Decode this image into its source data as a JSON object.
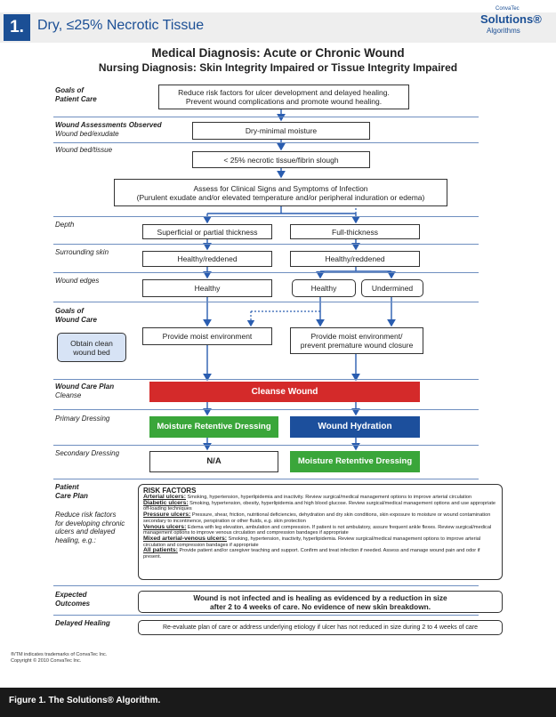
{
  "header": {
    "number": "1.",
    "title": "Dry, ≤25% Necrotic Tissue",
    "brand_small": "ConvaTec",
    "brand": "Solutions®",
    "brand_sub": "Algorithms"
  },
  "titles": {
    "medical": "Medical Diagnosis: Acute or Chronic Wound",
    "nursing": "Nursing Diagnosis: Skin Integrity Impaired or Tissue Integrity Impaired"
  },
  "labels": {
    "goals_patient": "Goals of\nPatient Care",
    "wound_assess": "Wound Assessments Observed",
    "bed_exudate": "Wound bed/exudate",
    "bed_tissue": "Wound bed/tissue",
    "depth": "Depth",
    "surrounding": "Surrounding skin",
    "edges": "Wound edges",
    "goals_wound": "Goals of\nWound Care",
    "care_plan": "Wound Care Plan",
    "cleanse": "Cleanse",
    "primary": "Primary Dressing",
    "secondary": "Secondary Dressing",
    "patient_plan": "Patient\nCare Plan",
    "reduce": "Reduce risk factors\nfor developing chronic\nulcers and delayed\nhealing, e.g.:",
    "expected": "Expected\nOutcomes",
    "delayed": "Delayed Healing"
  },
  "boxes": {
    "goal_text": "Reduce risk factors for ulcer development and delayed healing.\nPrevent wound complications and promote wound healing.",
    "dry": "Dry-minimal moisture",
    "necrotic": "< 25% necrotic tissue/fibrin slough",
    "assess": "Assess for Clinical Signs and Symptoms of Infection\n(Purulent exudate and/or elevated temperature and/or peripheral induration or edema)",
    "superficial": "Superficial or partial thickness",
    "full": "Full-thickness",
    "healthy_red_1": "Healthy/reddened",
    "healthy_red_2": "Healthy/reddened",
    "healthy_1": "Healthy",
    "healthy_2": "Healthy",
    "undermined": "Undermined",
    "obtain": "Obtain clean\nwound bed",
    "moist_1": "Provide moist environment",
    "moist_2": "Provide moist environment/\nprevent premature wound closure",
    "cleanse_wound": "Cleanse Wound",
    "mrd_1": "Moisture Retentive Dressing",
    "hydration": "Wound Hydration",
    "na": "N/A",
    "mrd_2": "Moisture Retentive Dressing",
    "outcome": "Wound is not infected and is healing as evidenced by a reduction in size\nafter 2 to 4 weeks of care. No evidence of new skin breakdown.",
    "delayed_text": "Re-evaluate plan of care or address underlying etiology if ulcer has not reduced in size during 2 to 4 weeks of care"
  },
  "risk": {
    "title": "RISK FACTORS",
    "items": [
      {
        "label": "Arterial ulcers:",
        "text": " Smoking, hypertension, hyperlipidemia and inactivity. Review surgical/medical management options to improve arterial circulation"
      },
      {
        "label": "Diabetic ulcers:",
        "text": " Smoking, hypertension, obesity, hyperlipidemia and high blood glucose. Review surgical/medical management options and use appropriate off-loading techniques"
      },
      {
        "label": "Pressure ulcers:",
        "text": " Pressure, shear, friction, nutritional deficiencies, dehydration and dry skin conditions, skin exposure to moisture or wound contamination secondary to incontinence, perspiration or other fluids, e.g. skin protection"
      },
      {
        "label": "Venous ulcers:",
        "text": " Edema with leg elevation, ambulation and compression. If patient is not ambulatory, assure frequent ankle flexes. Review surgical/medical management options to improve venous circulation and compression bandages if appropriate"
      },
      {
        "label": "Mixed arterial-venous ulcers:",
        "text": " Smoking, hypertension, inactivity, hyperlipidemia. Review surgical/medical management options to improve arterial circulation and compression bandages if appropriate"
      },
      {
        "label": "All patients:",
        "text": " Provide patient and/or caregiver teaching and support. Confirm and treat infection if needed. Assess and manage wound pain and odor if present."
      }
    ]
  },
  "footer": {
    "tm1": "®/TM indicates trademarks of ConvaTec Inc.",
    "tm2": "Copyright © 2010 ConvaTec Inc.",
    "caption": "Figure 1. The Solutions® Algorithm."
  },
  "colors": {
    "blue_brand": "#1b4f95",
    "arrow": "#2a5db0",
    "red": "#d42a2a",
    "green": "#3aa63a",
    "navy": "#1c4f9c",
    "obtain_fill": "#d7e3f5"
  }
}
